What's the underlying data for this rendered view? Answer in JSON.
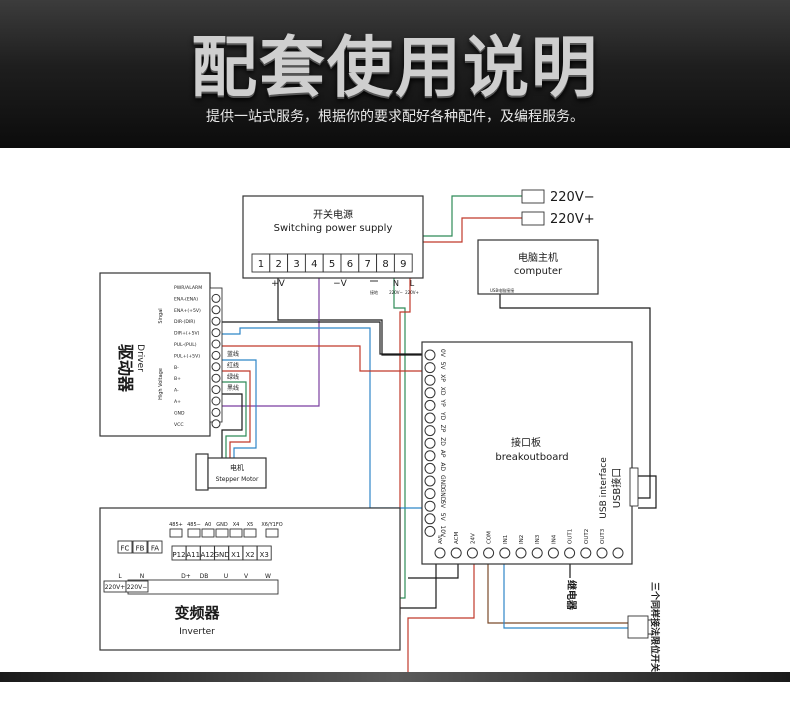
{
  "header": {
    "title": "配套使用说明",
    "subtitle": "提供一站式服务，根据你的要求配好各种配件，及编程服务。"
  },
  "diagram": {
    "power_labels": {
      "neg": "220V−",
      "pos": "220V+"
    },
    "psu": {
      "title_cn": "开关电源",
      "title_en": "Switching power supply",
      "terminals": [
        "1",
        "2",
        "3",
        "4",
        "5",
        "6",
        "7",
        "8",
        "9"
      ],
      "plus": "+V",
      "minus": "−V",
      "ground_text": "接地",
      "n": "N",
      "l": "L",
      "n_sub": "220V−",
      "l_sub": "220V+"
    },
    "computer": {
      "title_cn": "电脑主机",
      "title_en": "computer",
      "usb_label": "USB电脑接接"
    },
    "driver": {
      "title_cn": "驱动器",
      "title_en": "Driver",
      "signal": "Singal",
      "high_voltage": "High Voltage",
      "pins": [
        "PWR/ALARM",
        "ENA-(ENA)",
        "ENA+(+5V)",
        "DIR-(DIR)",
        "DIR+(+5V)",
        "PUL-(PUL)",
        "PUL+(+5V)",
        "B-",
        "B+",
        "A-",
        "A+",
        "GND",
        "VCC"
      ],
      "wire_colors": [
        "蓝线",
        "红线",
        "绿线",
        "黑线"
      ]
    },
    "motor": {
      "title_cn": "电机",
      "title_en": "Stepper Motor"
    },
    "board": {
      "title_cn": "接口板",
      "title_en": "breakoutboard",
      "usb_en": "USB interface",
      "usb_cn": "USB接口",
      "left_pins": [
        "0V",
        "5V",
        "XP",
        "XD",
        "YP",
        "YD",
        "ZP",
        "ZD",
        "AP",
        "AD",
        "GND",
        "GND",
        "5V",
        "5V",
        "10V"
      ],
      "bottom_pins": [
        "AVI",
        "ACM",
        "24V",
        "COM",
        "IN1",
        "IN2",
        "IN3",
        "IN4",
        "OUT1",
        "OUT2",
        "OUT3"
      ]
    },
    "relay": "继电器",
    "limit_switch": "三个同样接法限位开关",
    "inverter": {
      "title_cn": "变频器",
      "title_en": "Inverter",
      "top_labels": [
        "485+",
        "485−",
        "A0",
        "GND",
        "X4",
        "X5",
        "X6/Y1FO"
      ],
      "terminals": [
        "P12",
        "A11",
        "A12",
        "GND",
        "X1",
        "X2",
        "X3"
      ],
      "side_boxes": [
        "FC",
        "FB",
        "FA"
      ],
      "power_labels": [
        "L",
        "N",
        "D+",
        "DB",
        "U",
        "V",
        "W"
      ],
      "power_terms": [
        "220V+",
        "220V−"
      ]
    },
    "colors": {
      "red": "#c0392b",
      "green": "#2e8b57",
      "purple": "#7b3fa0",
      "blue": "#2f86c7",
      "brown": "#7a4a2a",
      "black": "#1a1a1a"
    }
  }
}
